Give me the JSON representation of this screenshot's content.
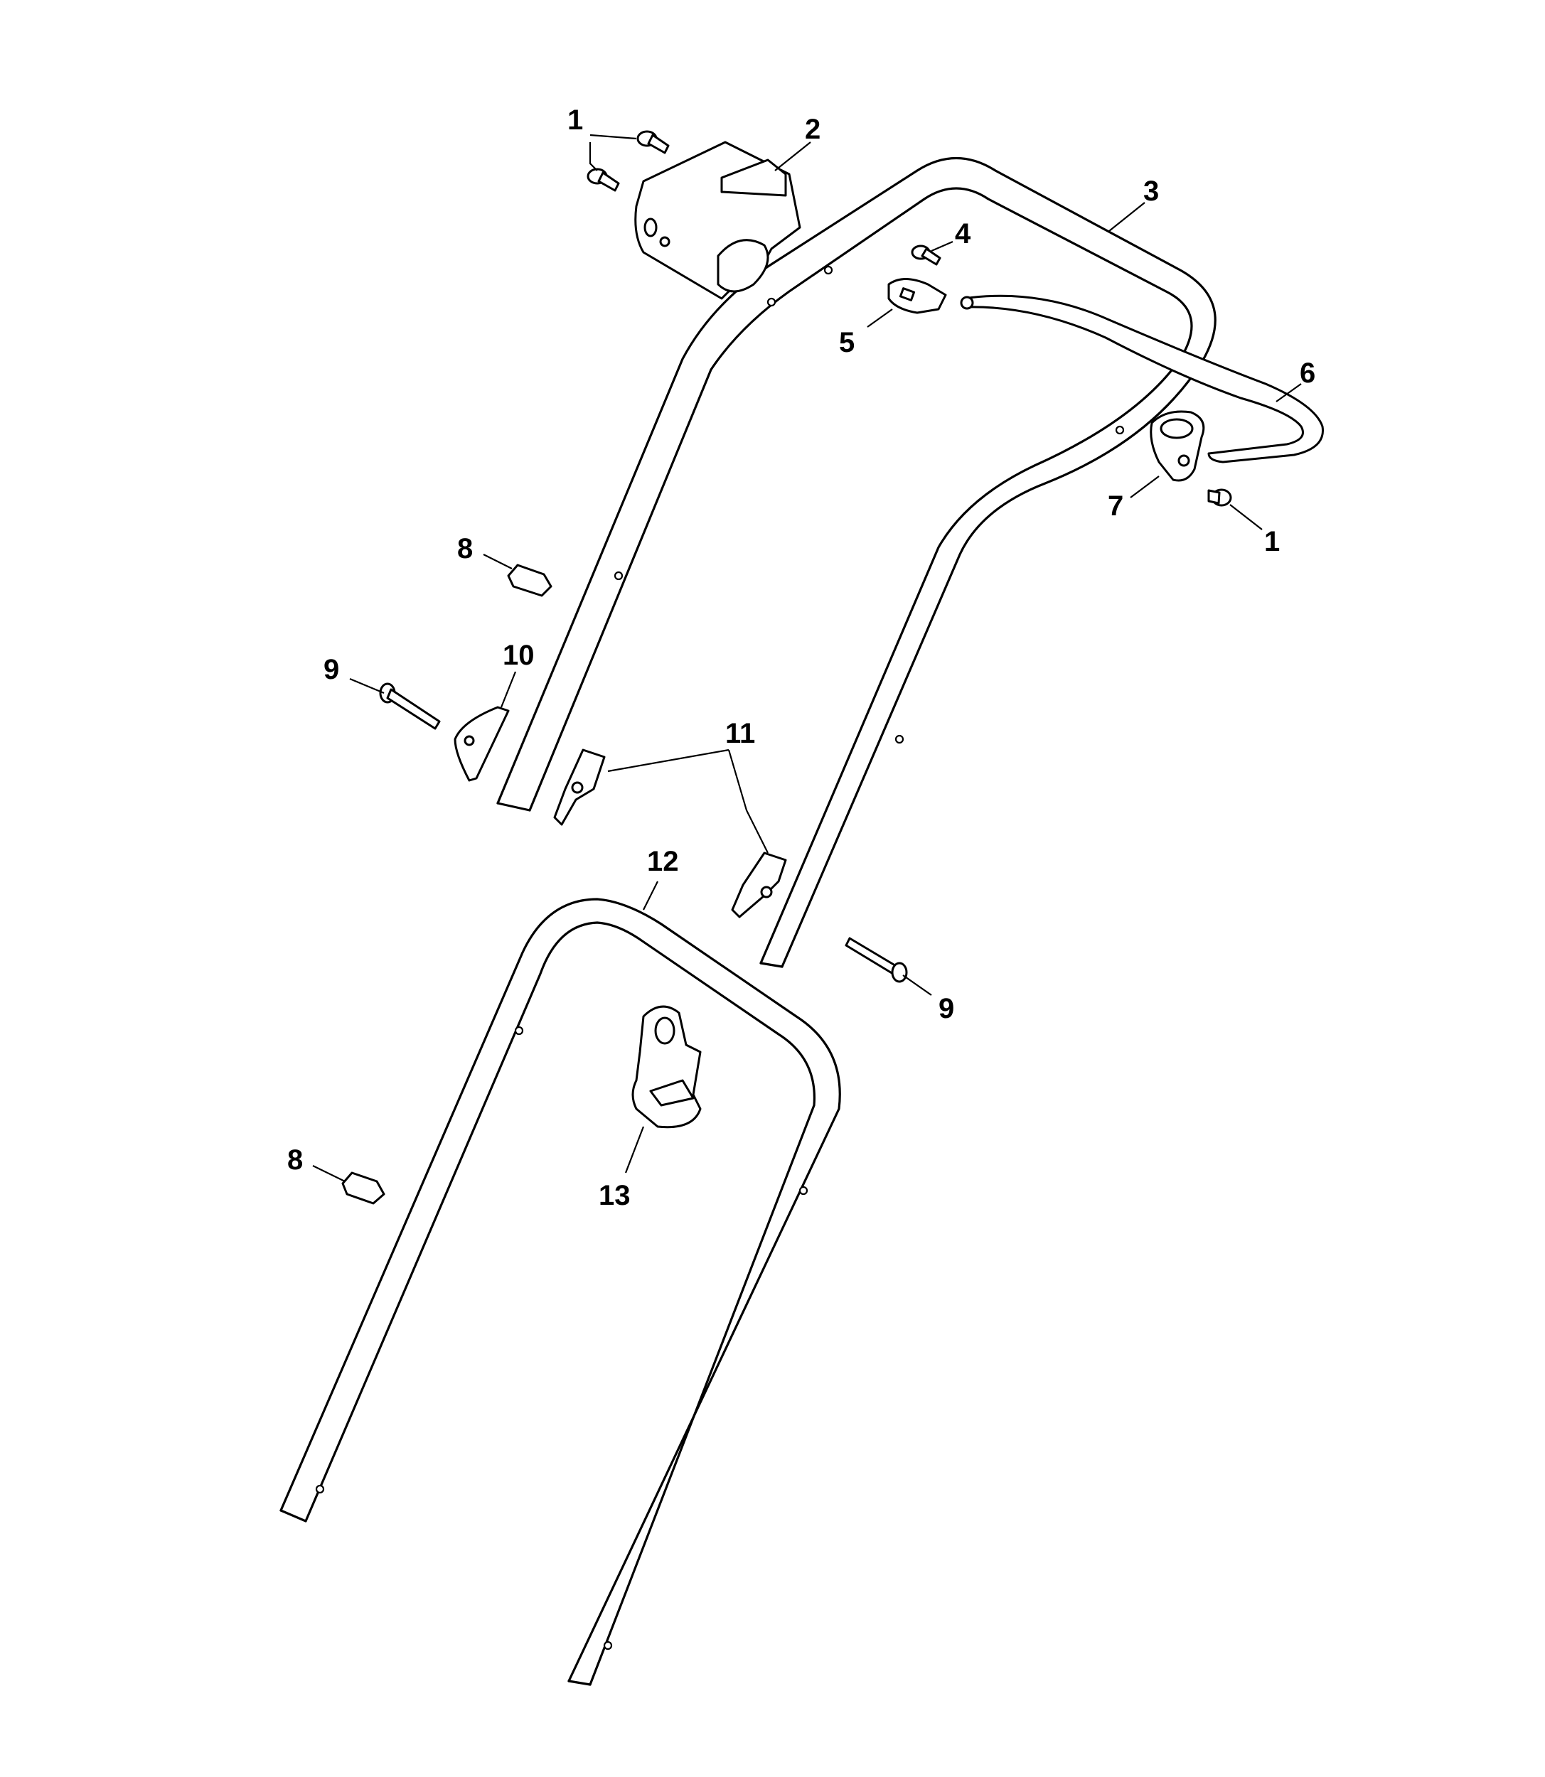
{
  "diagram": {
    "background": "#ffffff",
    "line_color": "#000000",
    "callouts": [
      {
        "id": "c1a",
        "text": "1"
      },
      {
        "id": "c2",
        "text": "2"
      },
      {
        "id": "c3",
        "text": "3"
      },
      {
        "id": "c4",
        "text": "4"
      },
      {
        "id": "c5",
        "text": "5"
      },
      {
        "id": "c6",
        "text": "6"
      },
      {
        "id": "c7",
        "text": "7"
      },
      {
        "id": "c1b",
        "text": "1"
      },
      {
        "id": "c8a",
        "text": "8"
      },
      {
        "id": "c9a",
        "text": "9"
      },
      {
        "id": "c10",
        "text": "10"
      },
      {
        "id": "c11",
        "text": "11"
      },
      {
        "id": "c12",
        "text": "12"
      },
      {
        "id": "c9b",
        "text": "9"
      },
      {
        "id": "c13",
        "text": "13"
      },
      {
        "id": "c8b",
        "text": "8"
      }
    ]
  }
}
